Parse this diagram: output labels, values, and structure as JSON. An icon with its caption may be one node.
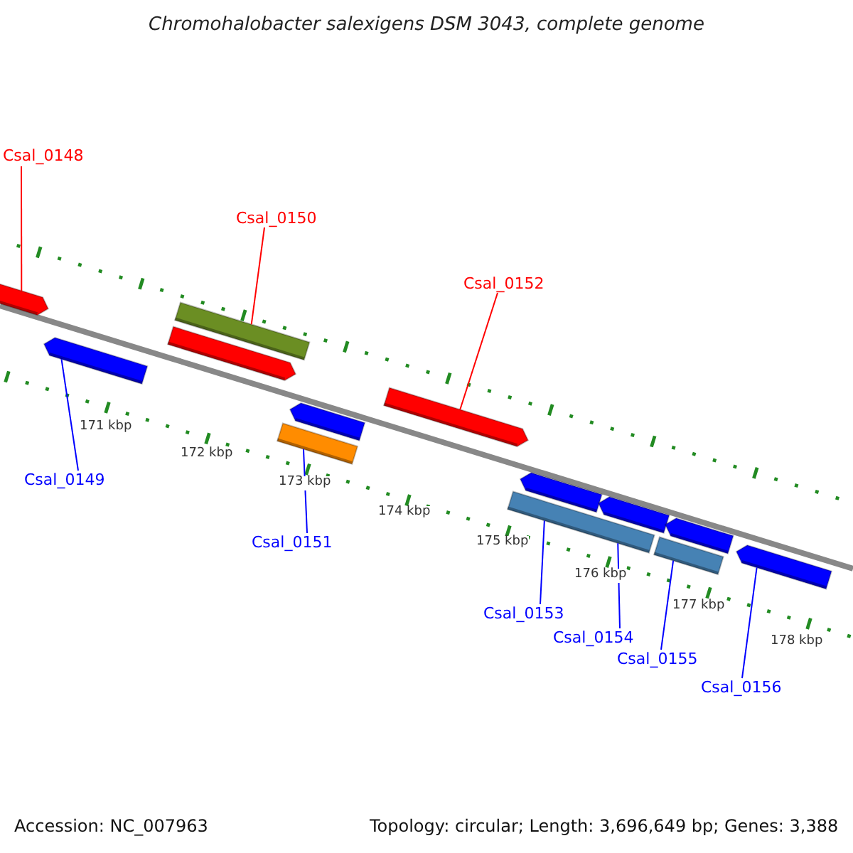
{
  "diagram": {
    "title": "Chromohalobacter salexigens DSM 3043, complete genome",
    "nodes": [
      {
        "text": [
          "Csal_0148"
        ]
      },
      {
        "text": [],
        "shape": "arrow"
      },
      {
        "text": [
          "Csal_0150"
        ]
      },
      {
        "text": [],
        "shape": "bar"
      },
      {
        "text": [],
        "shape": "arrow"
      },
      {
        "text": [
          "Csal_0152"
        ]
      },
      {
        "text": [],
        "shape": "arrow"
      },
      {
        "text": [
          "Csal_0149"
        ]
      },
      {
        "text": [],
        "shape": "arrow"
      },
      {
        "text": [
          "Csal_0151"
        ]
      },
      {
        "text": [],
        "shape": "arrow"
      },
      {
        "text": [],
        "shape": "bar"
      },
      {
        "text": [
          "Csal_0153"
        ]
      },
      {
        "text": [],
        "shape": "arrow"
      },
      {
        "text": [],
        "shape": "bar"
      },
      {
        "text": [],
        "shape": "bar"
      },
      {
        "text": [
          "Csal_0154"
        ]
      },
      {
        "text": [],
        "shape": "arrow"
      },
      {
        "text": [
          "Csal_0155"
        ]
      },
      {
        "text": [],
        "shape": "arrow"
      },
      {
        "text": [
          "Csal_0156"
        ]
      },
      {
        "text": [],
        "shape": "arrow"
      }
    ],
    "edges": [
      {
        "from": 0,
        "to": 1,
        "arrow": "none",
        "color": "#ff0000"
      },
      {
        "from": 2,
        "to": 3,
        "arrow": "none",
        "color": "#ff0000"
      },
      {
        "from": 5,
        "to": 6,
        "arrow": "none",
        "color": "#ff0000"
      },
      {
        "from": 7,
        "to": 8,
        "arrow": "none"
      },
      {
        "from": 9,
        "to": 11,
        "arrow": "none"
      },
      {
        "from": 12,
        "to": 14,
        "arrow": "none"
      },
      {
        "from": 16,
        "to": 14,
        "arrow": "none"
      },
      {
        "from": 18,
        "to": 15,
        "arrow": "none"
      },
      {
        "from": 20,
        "to": 21,
        "arrow": "none"
      }
    ],
    "labels": [
      "171 kbp",
      "172 kbp",
      "173 kbp",
      "174 kbp",
      "175 kbp",
      "176 kbp",
      "177 kbp",
      "178 kbp",
      "Accession: NC_007963",
      "Topology: circular; Length: 3,696,649 bp; Genes: 3,388"
    ]
  }
}
